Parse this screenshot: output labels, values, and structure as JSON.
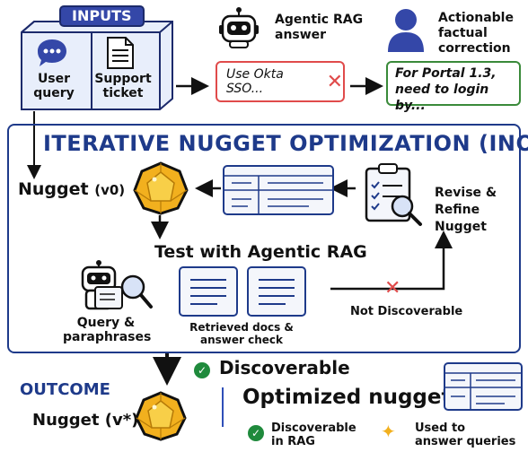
{
  "inputs": {
    "tab_label": "INPUTS",
    "user_query": "User query",
    "support_ticket": "Support ticket"
  },
  "agentic_answer": {
    "label": "Agentic RAG answer",
    "text": "Use Okta SSO..."
  },
  "correction": {
    "label": "Actionable factual correction",
    "text_line1": "For Portal 1.3,",
    "text_line2": "need to login by..."
  },
  "ino": {
    "title": "ITERATIVE NUGGET OPTIMIZATION (INO)",
    "nugget_v0": "Nugget",
    "nugget_v0_version": "(v0)",
    "revise_line1": "Revise &",
    "revise_line2": "Refine Nugget",
    "test_label": "Test with Agentic RAG",
    "query_line1": "Query &",
    "query_line2": "paraphrases",
    "retrieved_line1": "Retrieved docs &",
    "retrieved_line2": "answer check",
    "not_discoverable": "Not Discoverable"
  },
  "outcome": {
    "label": "OUTCOME",
    "discoverable": "Discoverable",
    "nugget_vstar": "Nugget (v*)",
    "optimized": "Optimized nugget",
    "disc_rag_line1": "Discoverable",
    "disc_rag_line2": "in RAG",
    "used_line1": "Used to",
    "used_line2": "answer queries"
  },
  "colors": {
    "navy": "#1e3a8a",
    "inputs_tab": "#3447a8",
    "error_red": "#e04b4b",
    "success_green": "#1f8a3c",
    "nugget_gold": "#f2b01e"
  }
}
